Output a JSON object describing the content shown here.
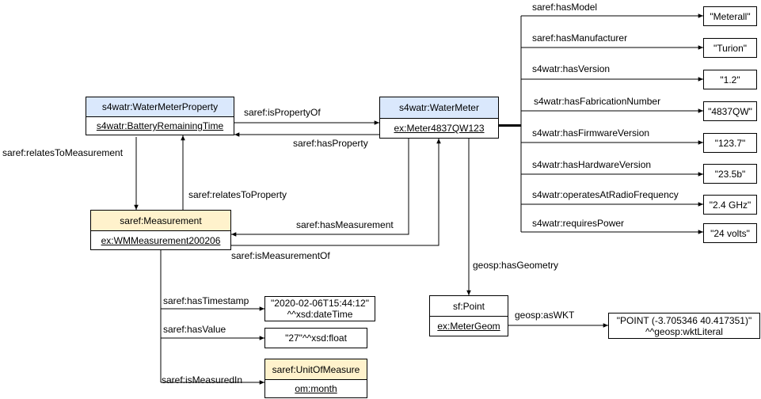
{
  "nodes": {
    "water_meter_property": {
      "type": "s4watr:WaterMeterProperty",
      "instance": "s4watr:BatteryRemainingTime"
    },
    "water_meter": {
      "type": "s4watr:WaterMeter",
      "instance": "ex:Meter4837QW123"
    },
    "measurement": {
      "type": "saref:Measurement",
      "instance": "ex:WMMeasurement200206"
    },
    "point": {
      "type": "sf:Point",
      "instance": "ex:MeterGeom"
    },
    "unit_of_measure": {
      "type": "saref:UnitOfMeasure",
      "instance": "om:month"
    }
  },
  "literals": {
    "model": "\"Meterall\"",
    "manufacturer": "\"Turion\"",
    "version": "\"1.2\"",
    "fabrication_number": "\"4837QW\"",
    "firmware_version": "\"123.7\"",
    "hardware_version": "\"23.5b\"",
    "radio_frequency": "\"2.4 GHz\"",
    "power": "\"24 volts\"",
    "timestamp_line1": "\"2020-02-06T15:44:12\"",
    "timestamp_line2": "^^xsd:dateTime",
    "value": "\"27\"^^xsd:float",
    "wkt_line1": "\"POINT (-3.705346 40.417351)\"",
    "wkt_line2": "^^geosp:wktLiteral"
  },
  "edges": {
    "is_property_of": "saref:isPropertyOf",
    "has_property": "saref:hasProperty",
    "relates_to_measurement": "saref:relatesToMeasurement",
    "relates_to_property": "saref:relatesToProperty",
    "has_measurement": "saref:hasMeasurement",
    "is_measurement_of": "saref:isMeasurementOf",
    "has_geometry": "geosp:hasGeometry",
    "as_wkt": "geosp:asWKT",
    "has_timestamp": "saref:hasTimestamp",
    "has_value": "saref:hasValue",
    "is_measured_in": "saref:isMeasuredIn",
    "has_model": "saref:hasModel",
    "has_manufacturer": "saref:hasManufacturer",
    "has_version": "s4watr:hasVersion",
    "has_fabrication_number": "s4watr:hasFabricationNumber",
    "has_firmware_version": "s4watr:hasFirmwareVersion",
    "has_hardware_version": "s4watr:hasHardwareVersion",
    "operates_at_radio_frequency": "s4watr:operatesAtRadioFrequency",
    "requires_power": "s4watr:requiresPower"
  }
}
